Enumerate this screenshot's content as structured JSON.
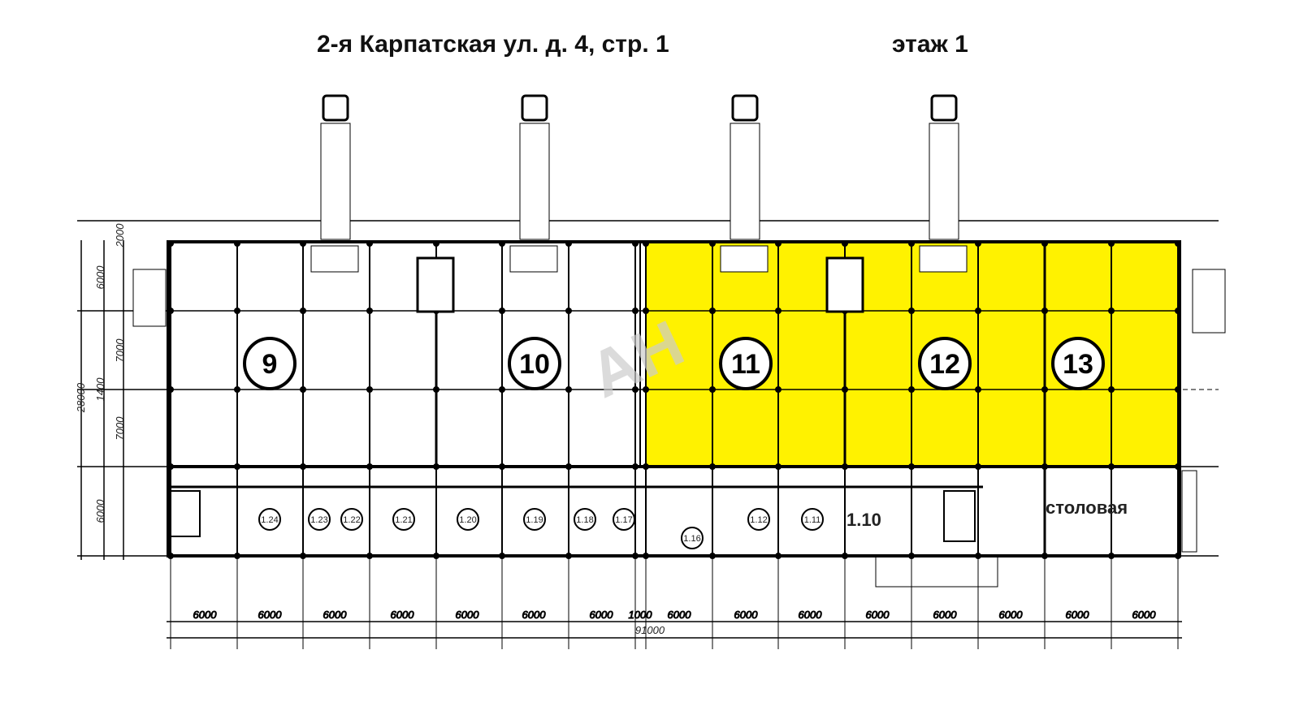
{
  "header": {
    "address": "2-я Карпатская ул. д. 4, стр. 1",
    "floor": "этаж 1"
  },
  "watermark": "АН",
  "highlight_color": "#fff200",
  "units": [
    {
      "label": "9",
      "highlighted": false
    },
    {
      "label": "10",
      "highlighted": false
    },
    {
      "label": "11",
      "highlighted": true
    },
    {
      "label": "12",
      "highlighted": true
    },
    {
      "label": "13",
      "highlighted": true
    }
  ],
  "small_rooms": [
    "1.24",
    "1.23",
    "1.22",
    "1.21",
    "1.20",
    "1.19",
    "1.18",
    "1.17",
    "1.16",
    "1.12",
    "1.11"
  ],
  "room_110": "1.10",
  "canteen": "столовая",
  "bottom_dims": [
    "6000",
    "6000",
    "6000",
    "6000",
    "6000",
    "6000",
    "6000",
    "1000",
    "6000",
    "6000",
    "6000",
    "6000",
    "6000",
    "6000",
    "6000",
    "6000"
  ],
  "total_width": "91000",
  "left_dims": {
    "top": "2000",
    "row1": "6000",
    "row2a": "7000",
    "mid": "1400",
    "row2b": "7000",
    "total": "28000",
    "office": "6000"
  }
}
